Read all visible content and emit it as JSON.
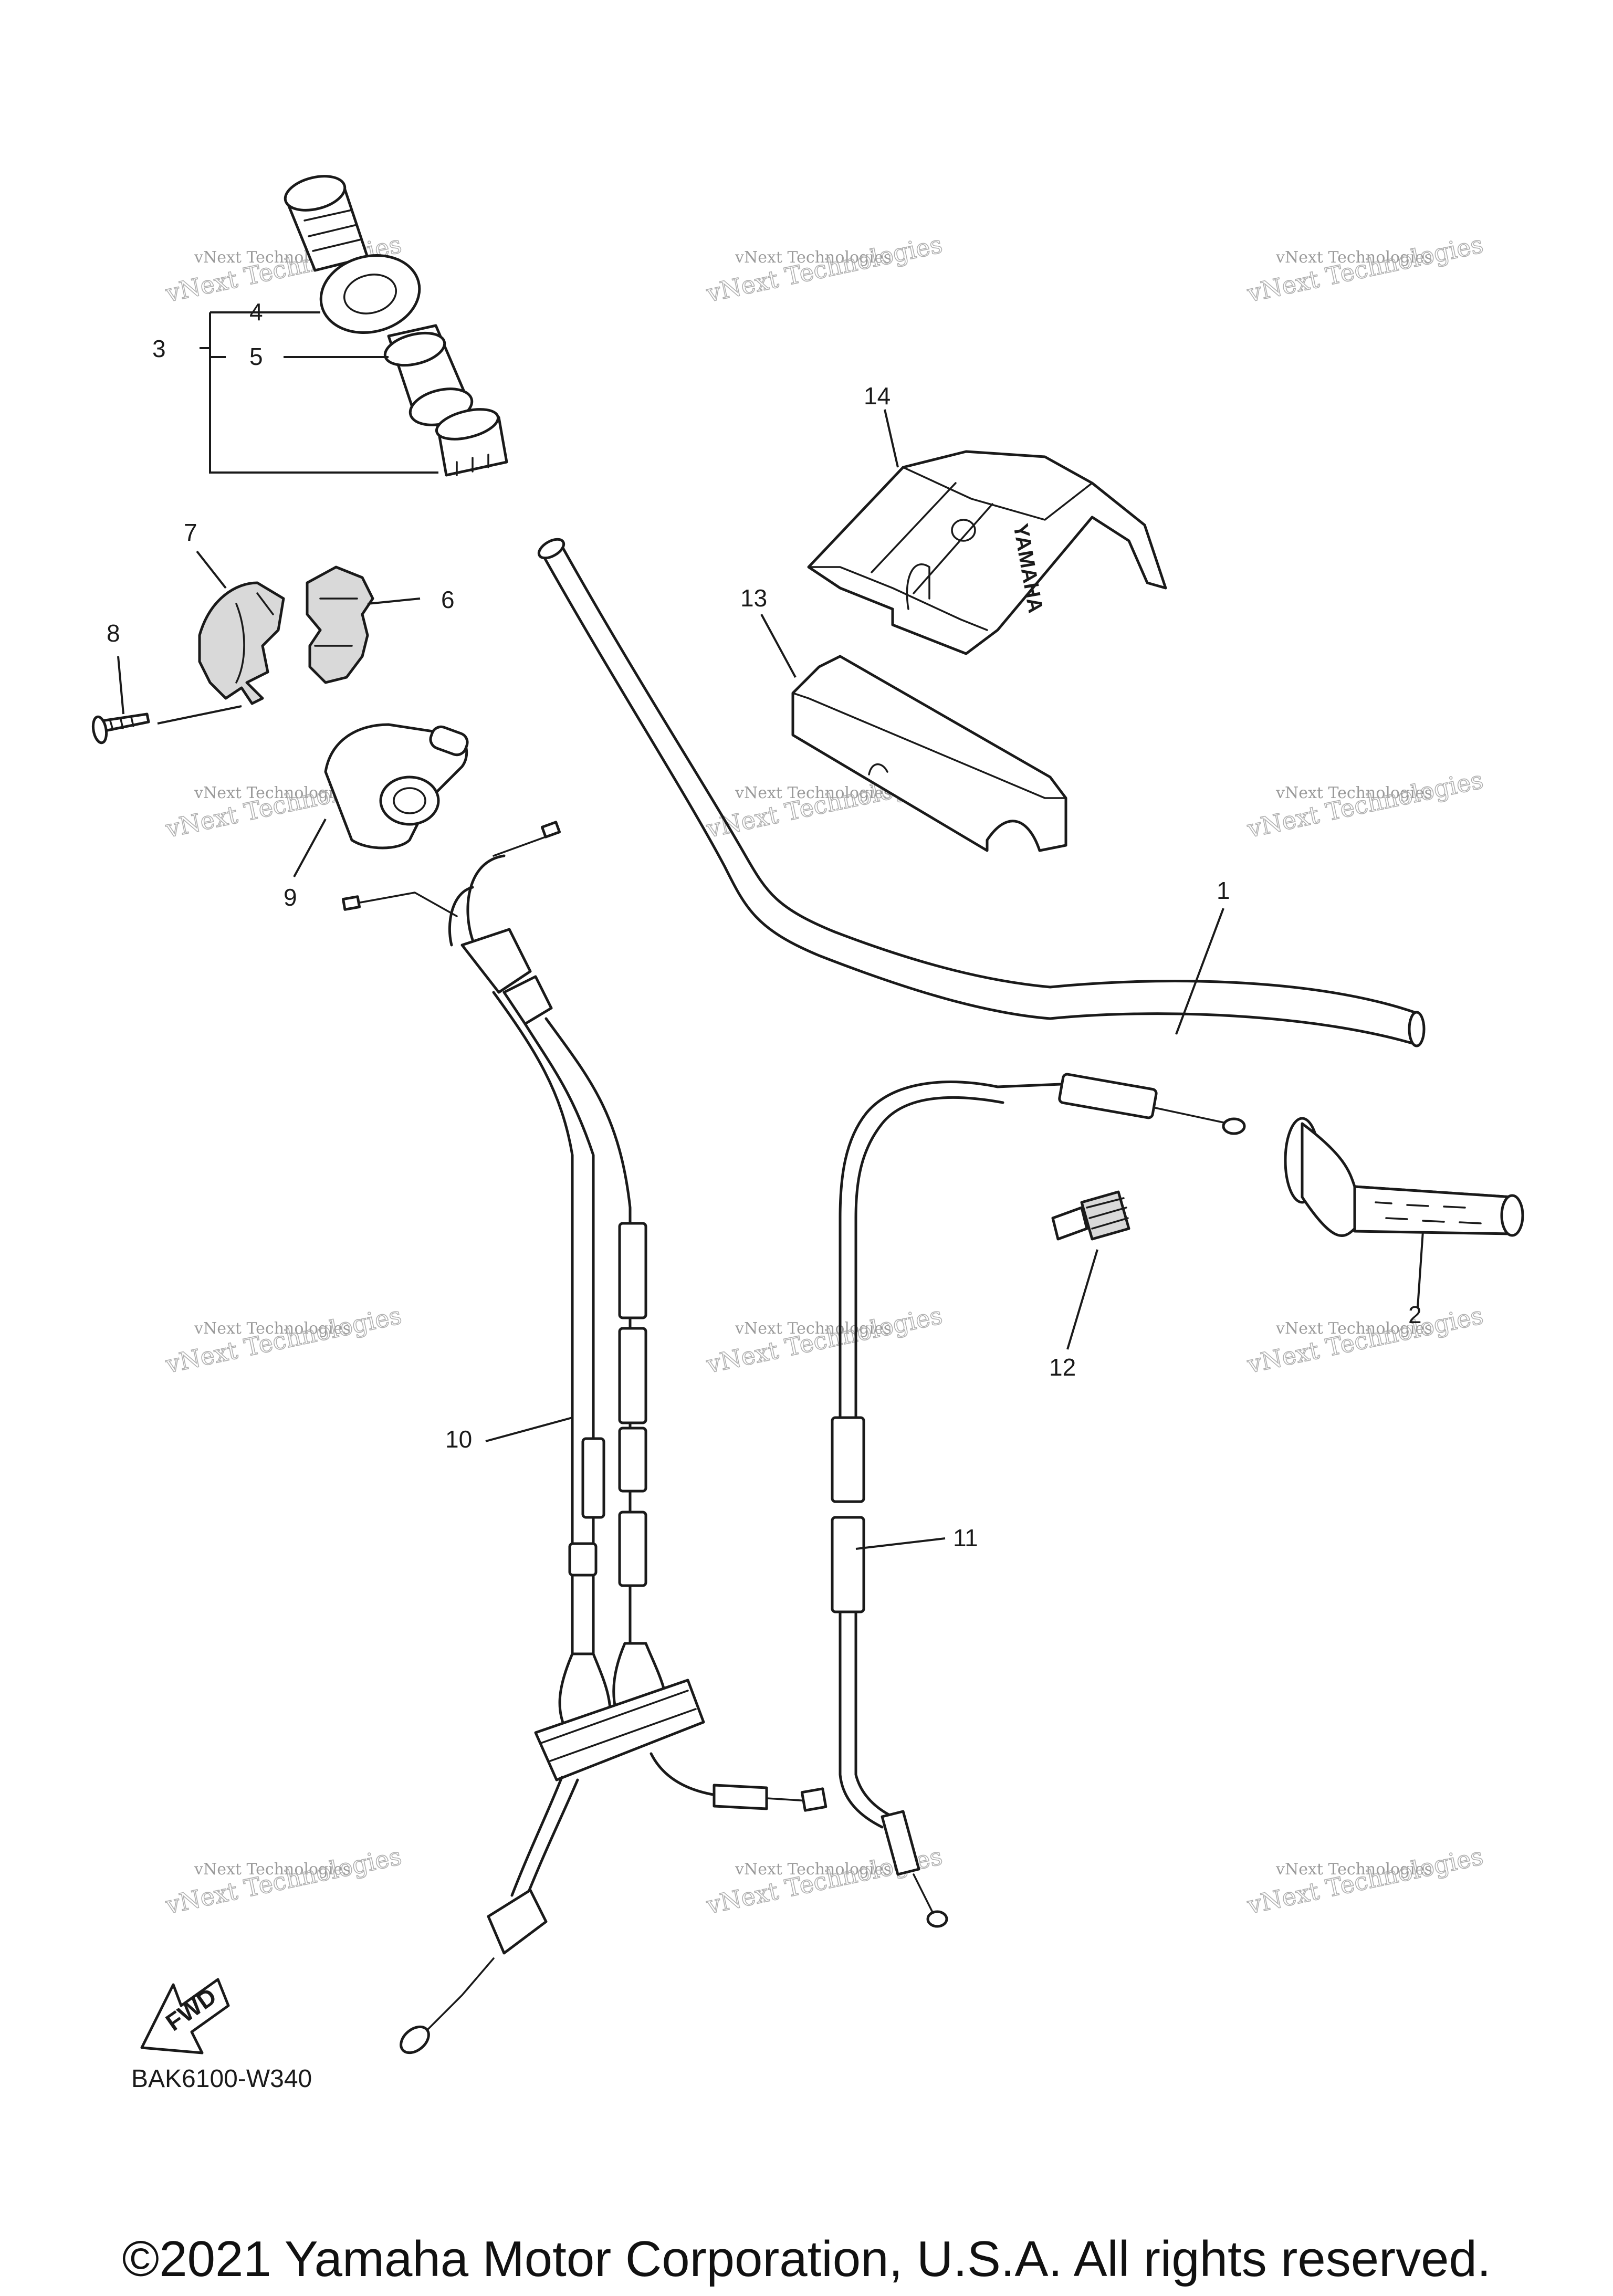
{
  "callouts": [
    "1",
    "2",
    "3",
    "4",
    "5",
    "6",
    "7",
    "8",
    "9",
    "10",
    "11",
    "12",
    "13",
    "14"
  ],
  "diagram_code": "BAK6100-W340",
  "fwd_label": "FWD",
  "logo_text": "YAMAHA",
  "watermark": {
    "line1": "vNext Technologies",
    "line2": "vNext Technologies"
  },
  "copyright": "©2021 Yamaha Motor Corporation, U.S.A. All rights reserved."
}
